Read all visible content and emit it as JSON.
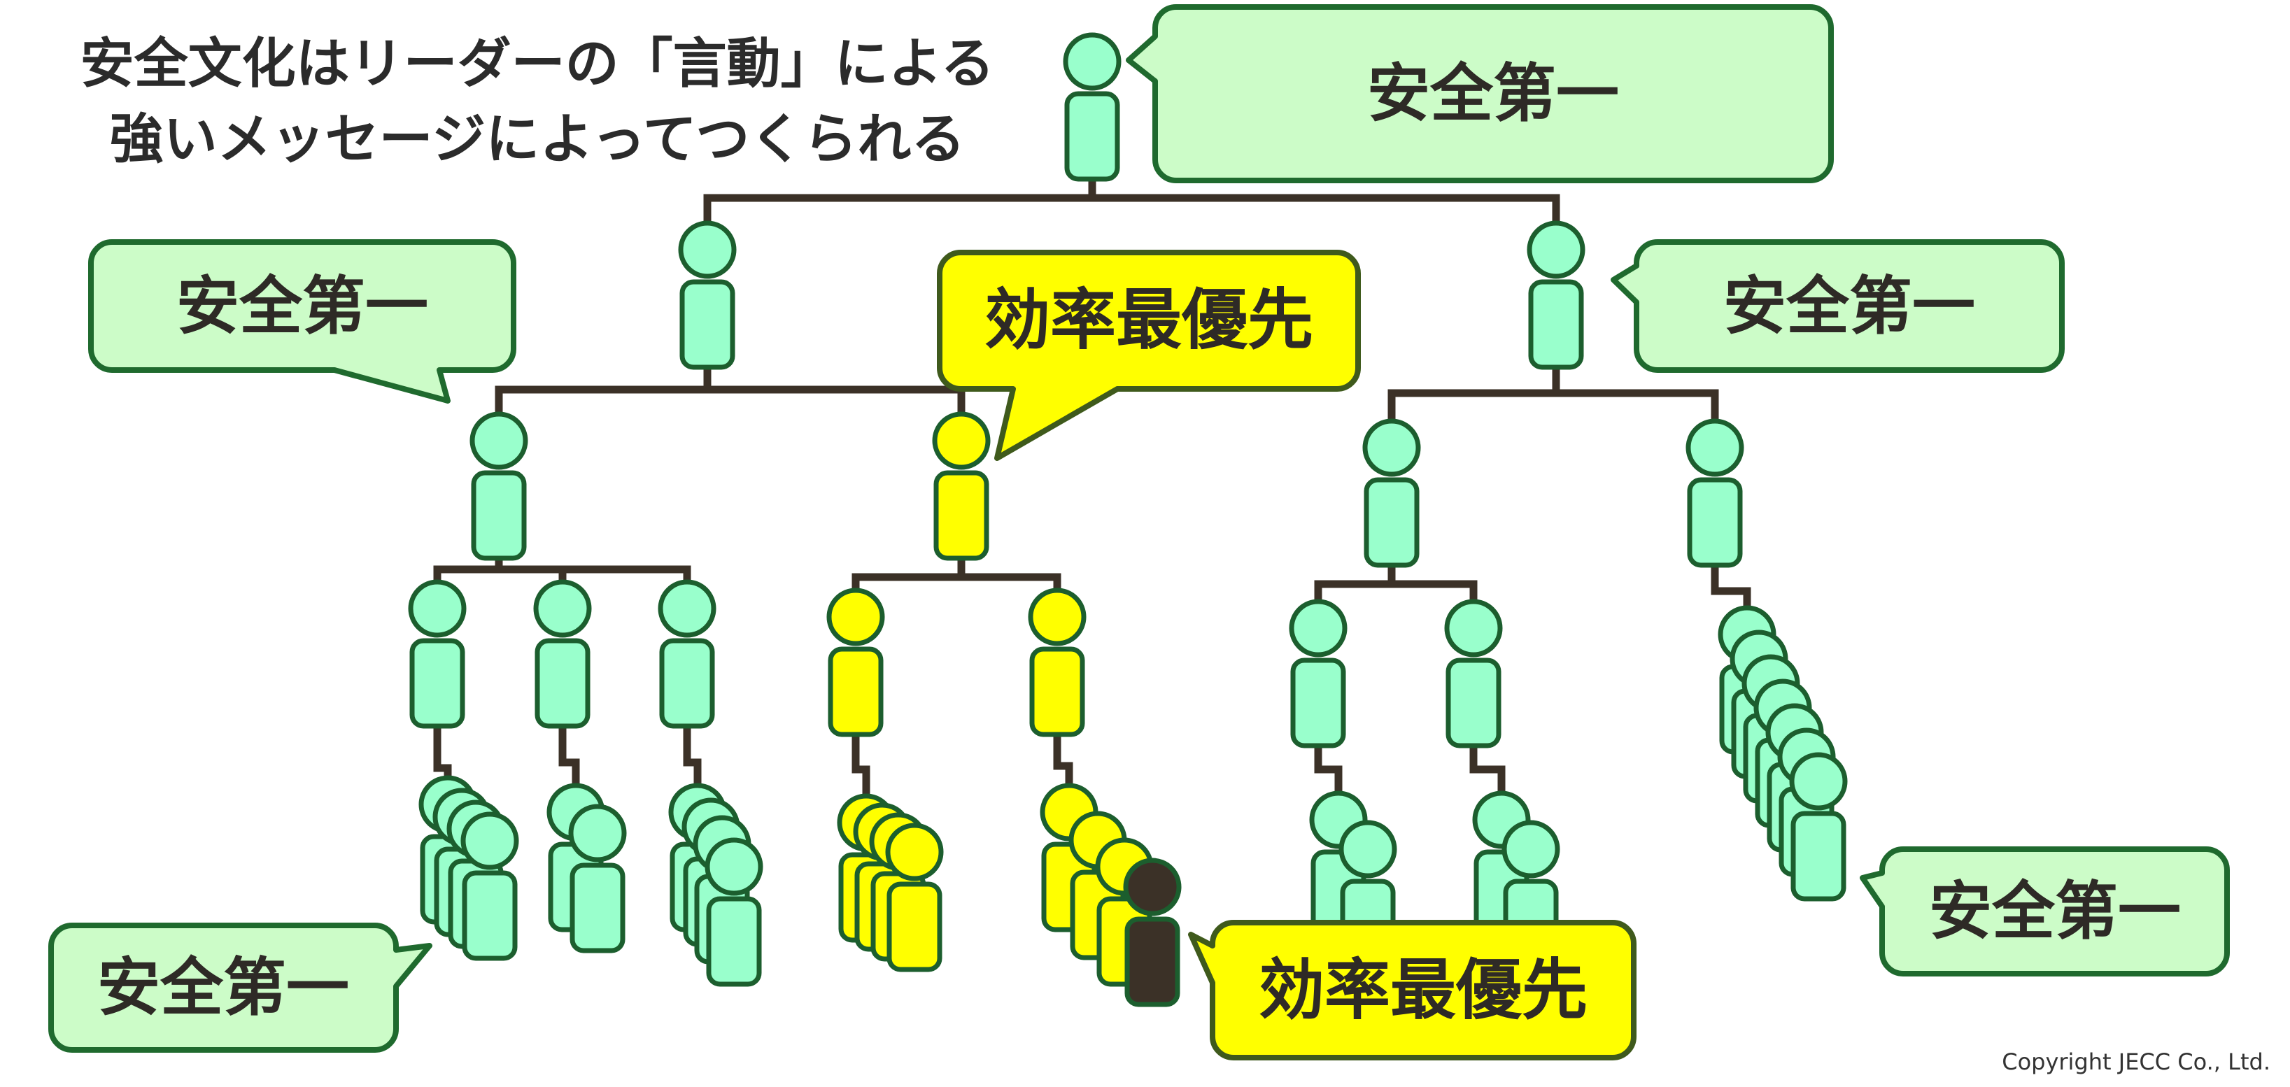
{
  "title": {
    "line1": "安全文化はリーダーの「言動」による",
    "line2": "強いメッセージによってつくられる"
  },
  "bubbles": {
    "top_leader": "安全第一",
    "left_manager": "安全第一",
    "center_manager": "効率最優先",
    "right_manager": "安全第一",
    "bottom_left": "安全第一",
    "bottom_center": "効率最優先",
    "bottom_right": "安全第一"
  },
  "copyright": "Copyright JECC Co., Ltd.",
  "icons": {
    "member": "person-icon",
    "bubble": "speech-bubble-icon"
  },
  "colors": {
    "safety_bubble_fill": "#ccfcc8",
    "safety_bubble_stroke": "#1f6a2e",
    "efficiency_bubble_fill": "#ffff00",
    "efficiency_bubble_stroke": "#3f5a1c",
    "safety_person_fill": "#99ffcc",
    "efficiency_person_fill": "#ffff00",
    "dissenter_person_fill": "#3b3127",
    "person_outline": "#1c5e2e",
    "tree_line": "#3b3127",
    "text": "#2b2b2b"
  }
}
